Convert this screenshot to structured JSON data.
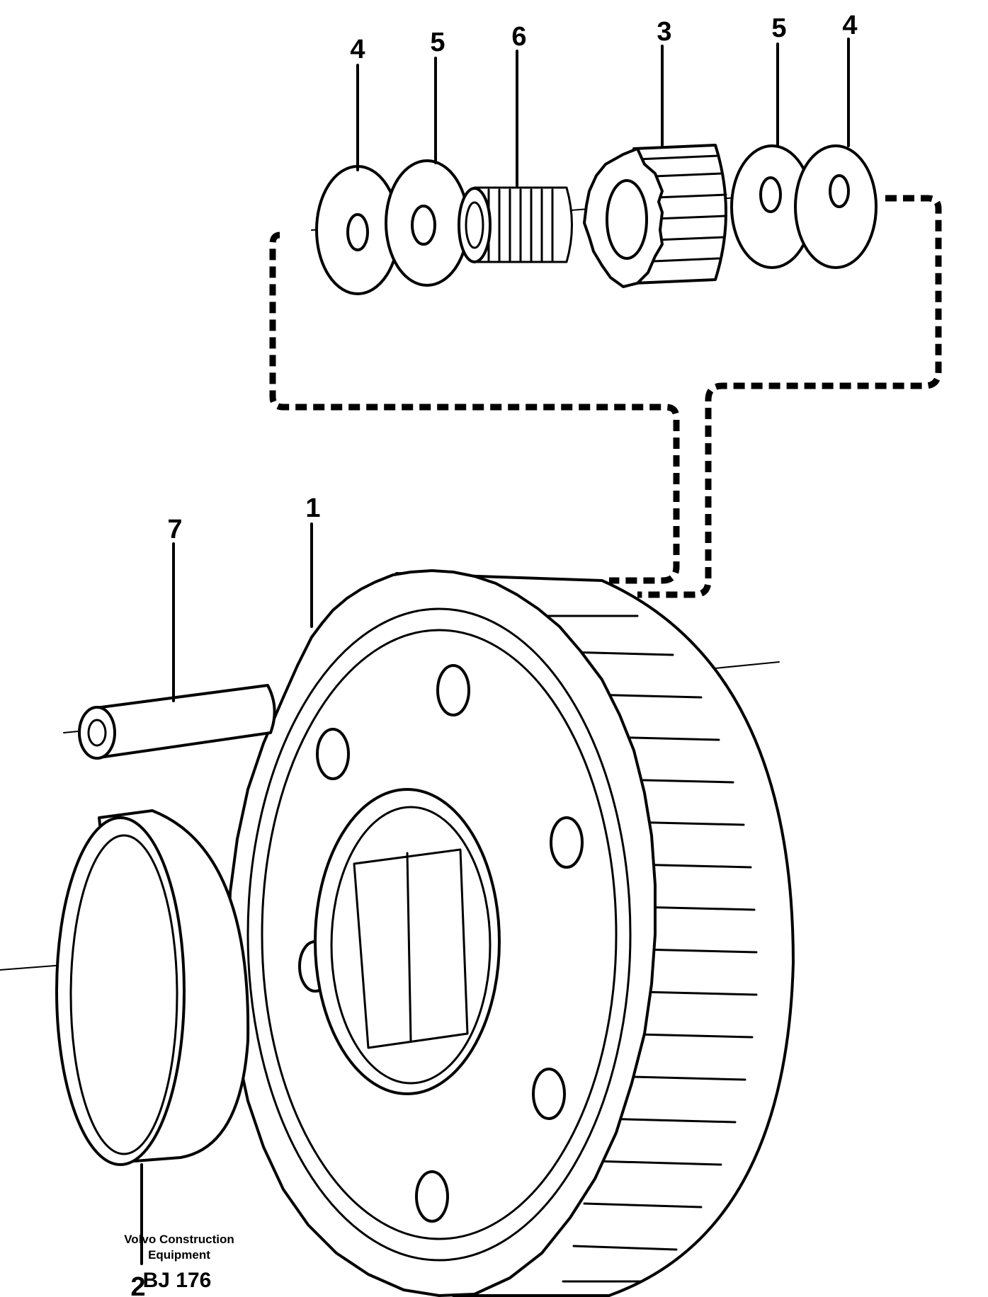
{
  "callouts": {
    "c1": "1",
    "c2": "2",
    "c3": "3",
    "c4a": "4",
    "c4b": "4",
    "c5a": "5",
    "c5b": "5",
    "c6": "6",
    "c7": "7"
  },
  "caption": {
    "line1": "Volvo Construction",
    "line2": "Equipment",
    "ref": "BJ 176"
  }
}
